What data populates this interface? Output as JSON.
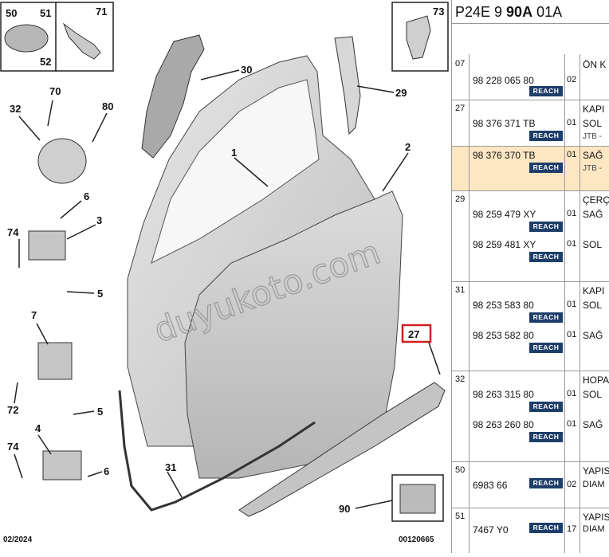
{
  "diagram": {
    "labels": {
      "l50": "50",
      "l51": "51",
      "l52": "52",
      "l71": "71",
      "l73": "73",
      "l30": "30",
      "l29": "29",
      "l70": "70",
      "l32": "32",
      "l80": "80",
      "l1": "1",
      "l2": "2",
      "l6a": "6",
      "l3": "3",
      "l74a": "74",
      "l5a": "5",
      "l7": "7",
      "l27": "27",
      "l72": "72",
      "l5b": "5",
      "l4": "4",
      "l74b": "74",
      "l6b": "6",
      "l31": "31",
      "l90": "90"
    },
    "footer_left": "02/2024",
    "footer_right": "00120665",
    "watermark": "duyukoto.com"
  },
  "panel": {
    "title_prefix": "P24E 9 ",
    "title_bold": "90A",
    "title_suffix": " 01A",
    "reach_label": "REACH",
    "rows": [
      {
        "group": "07",
        "parts": [
          {
            "pn": "98 228 065 80",
            "qty": "02",
            "desc": "ÖN K"
          }
        ]
      },
      {
        "group": "27",
        "header_desc": "KAPI",
        "parts": [
          {
            "pn": "98 376 371 TB",
            "qty": "01",
            "desc": "SOL",
            "sub": "JTB -"
          }
        ]
      },
      {
        "group": "",
        "highlight": true,
        "parts": [
          {
            "pn": "98 376 370 TB",
            "qty": "01",
            "desc": "SAĞ",
            "sub": "JTB -"
          }
        ]
      },
      {
        "group": "29",
        "header_desc": "ÇERÇ",
        "parts": [
          {
            "pn": "98 259 479 XY",
            "qty": "01",
            "desc": "SAĞ"
          },
          {
            "pn": "98 259 481 XY",
            "qty": "01",
            "desc": "SOL"
          }
        ]
      },
      {
        "group": "31",
        "header_desc": "KAPI",
        "parts": [
          {
            "pn": "98 253 583 80",
            "qty": "01",
            "desc": "SOL"
          },
          {
            "pn": "98 253 582 80",
            "qty": "01",
            "desc": "SAĞ"
          }
        ]
      },
      {
        "group": "32",
        "header_desc": "HOPA",
        "parts": [
          {
            "pn": "98 263 315 80",
            "qty": "01",
            "desc": "SOL"
          },
          {
            "pn": "98 263 260 80",
            "qty": "01",
            "desc": "SAĞ"
          }
        ]
      },
      {
        "group": "50",
        "header_desc": "YAPIS",
        "parts": [
          {
            "pn": "6983 66",
            "qty": "02",
            "desc": "DIAM"
          }
        ]
      },
      {
        "group": "51",
        "header_desc": "YAPIS",
        "parts": [
          {
            "pn": "7467 Y0",
            "qty": "17",
            "desc": "DIAM"
          }
        ]
      }
    ]
  }
}
